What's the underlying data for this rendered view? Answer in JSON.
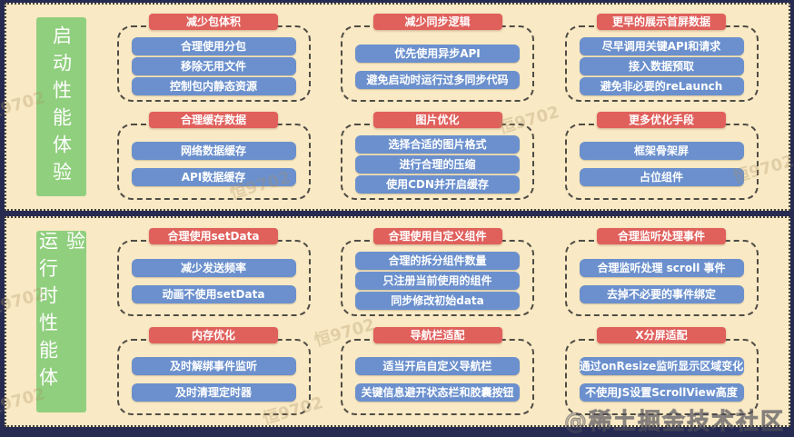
{
  "page": {
    "watermark_diagonal": "恒9702",
    "watermark_credit": "@稀土掘金技术社区"
  },
  "colors": {
    "frame": "#272b52",
    "background": "#f9e9c4",
    "green": "#90cf7e",
    "red": "#e0605c",
    "blue": "#6b90cd"
  },
  "sections": [
    {
      "label": "启动性能体验",
      "groups": [
        {
          "title": "减少包体积",
          "items": [
            "合理使用分包",
            "移除无用文件",
            "控制包内静态资源"
          ]
        },
        {
          "title": "减少同步逻辑",
          "items": [
            "优先使用异步API",
            "避免启动时运行过多同步代码"
          ]
        },
        {
          "title": "更早的展示首屏数据",
          "items": [
            "尽早调用关键API和请求",
            "接入数据预取",
            "避免非必要的reLaunch"
          ]
        },
        {
          "title": "合理缓存数据",
          "items": [
            "网络数据缓存",
            "API数据缓存"
          ]
        },
        {
          "title": "图片优化",
          "items": [
            "选择合适的图片格式",
            "进行合理的压缩",
            "使用CDN并开启缓存"
          ]
        },
        {
          "title": "更多优化手段",
          "items": [
            "框架骨架屏",
            "占位组件"
          ]
        }
      ]
    },
    {
      "label": "运行时性能体验",
      "groups": [
        {
          "title": "合理使用setData",
          "items": [
            "减少发送频率",
            "动画不使用setData"
          ]
        },
        {
          "title": "合理使用自定义组件",
          "items": [
            "合理的拆分组件数量",
            "只注册当前使用的组件",
            "同步修改初始data"
          ]
        },
        {
          "title": "合理监听处理事件",
          "items": [
            "合理监听处理 scroll 事件",
            "去掉不必要的事件绑定"
          ]
        },
        {
          "title": "内存优化",
          "items": [
            "及时解绑事件监听",
            "及时清理定时器"
          ]
        },
        {
          "title": "导航栏适配",
          "items": [
            "适当开启自定义导航栏",
            "关键信息避开状态栏和胶囊按钮"
          ]
        },
        {
          "title": "X分屏适配",
          "items": [
            "通过onResize监听显示区域变化",
            "不使用JS设置ScrollView高度"
          ]
        }
      ]
    }
  ]
}
